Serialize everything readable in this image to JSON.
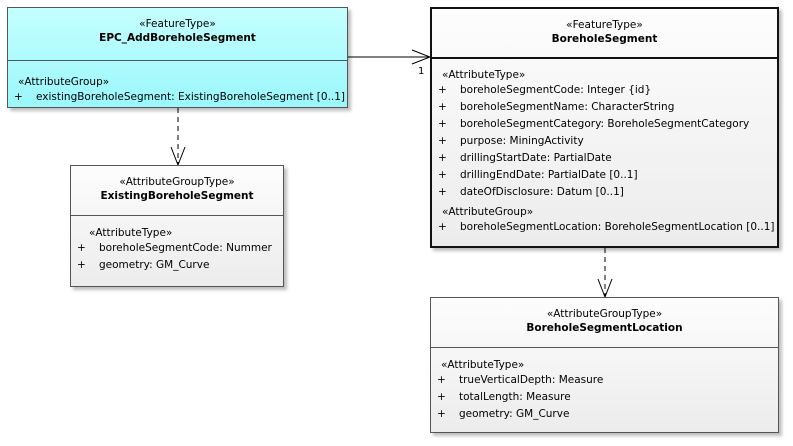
{
  "classes": {
    "add_segment": {
      "stereotype": "«FeatureType»",
      "name": "EPC_AddBoreholeSegment",
      "groups": [
        {
          "label": "«AttributeGroup»",
          "attributes": [
            {
              "vis": "+",
              "text": "existingBoreholeSegment: ExistingBoreholeSegment [0..1]"
            }
          ]
        }
      ]
    },
    "borehole_segment": {
      "stereotype": "«FeatureType»",
      "name": "BoreholeSegment",
      "groups": [
        {
          "label": "«AttributeType»",
          "attributes": [
            {
              "vis": "+",
              "text": "boreholeSegmentCode: Integer {id}"
            },
            {
              "vis": "+",
              "text": "boreholeSegmentName: CharacterString"
            },
            {
              "vis": "+",
              "text": "boreholeSegmentCategory: BoreholeSegmentCategory"
            },
            {
              "vis": "+",
              "text": "purpose: MiningActivity"
            },
            {
              "vis": "+",
              "text": "drillingStartDate: PartialDate"
            },
            {
              "vis": "+",
              "text": "drillingEndDate: PartialDate [0..1]"
            },
            {
              "vis": "+",
              "text": "dateOfDisclosure: Datum [0..1]"
            }
          ]
        },
        {
          "label": "«AttributeGroup»",
          "attributes": [
            {
              "vis": "+",
              "text": "boreholeSegmentLocation: BoreholeSegmentLocation [0..1]"
            }
          ]
        }
      ]
    },
    "existing_segment": {
      "stereotype": "«AttributeGroupType»",
      "name": "ExistingBoreholeSegment",
      "groups": [
        {
          "label": "«AttributeType»",
          "attributes": [
            {
              "vis": "+",
              "text": "boreholeSegmentCode: Nummer"
            },
            {
              "vis": "+",
              "text": "geometry: GM_Curve"
            }
          ]
        }
      ]
    },
    "segment_location": {
      "stereotype": "«AttributeGroupType»",
      "name": "BoreholeSegmentLocation",
      "groups": [
        {
          "label": "«AttributeType»",
          "attributes": [
            {
              "vis": "+",
              "text": "trueVerticalDepth: Measure"
            },
            {
              "vis": "+",
              "text": "totalLength: Measure"
            },
            {
              "vis": "+",
              "text": "geometry: GM_Curve"
            }
          ]
        }
      ]
    }
  },
  "connectors": {
    "association_multiplicity": "1"
  },
  "colors": {
    "feature_fill": "#9af7fb",
    "default_fill": "#ececec",
    "line": "#000000"
  }
}
